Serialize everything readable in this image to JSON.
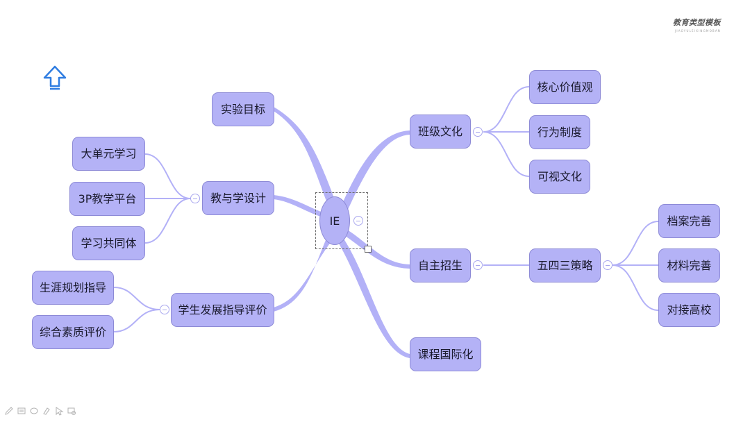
{
  "brand": {
    "title": "教育类型模板",
    "subtitle": "JIAOYULEIXINGMOBAN"
  },
  "colors": {
    "node_fill": "#b4b2f6",
    "node_border": "#8d8ad6",
    "branch_line": "#b3b1f7",
    "accent_arrow": "#2f7de1"
  },
  "mindmap": {
    "root": {
      "label": "IE"
    },
    "left": [
      {
        "label": "实验目标"
      },
      {
        "label": "教与学设计",
        "children": [
          {
            "label": "大单元学习"
          },
          {
            "label": "3P教学平台"
          },
          {
            "label": "学习共同体"
          }
        ]
      },
      {
        "label": "学生发展指导评价",
        "children": [
          {
            "label": "生涯规划指导"
          },
          {
            "label": "综合素质评价"
          }
        ]
      }
    ],
    "right": [
      {
        "label": "班级文化",
        "children": [
          {
            "label": "核心价值观"
          },
          {
            "label": "行为制度"
          },
          {
            "label": "可视文化"
          }
        ]
      },
      {
        "label": "自主招生",
        "children": [
          {
            "label": "五四三策略",
            "children": [
              {
                "label": "档案完善"
              },
              {
                "label": "材料完善"
              },
              {
                "label": "对接高校"
              }
            ]
          }
        ]
      },
      {
        "label": "课程国际化"
      }
    ]
  },
  "icons": {
    "nav": "up-arrow-icon",
    "toolbar": [
      "pen-icon",
      "screen-icon",
      "eraser-icon",
      "highlighter-icon",
      "pointer-icon",
      "laser-icon"
    ]
  }
}
